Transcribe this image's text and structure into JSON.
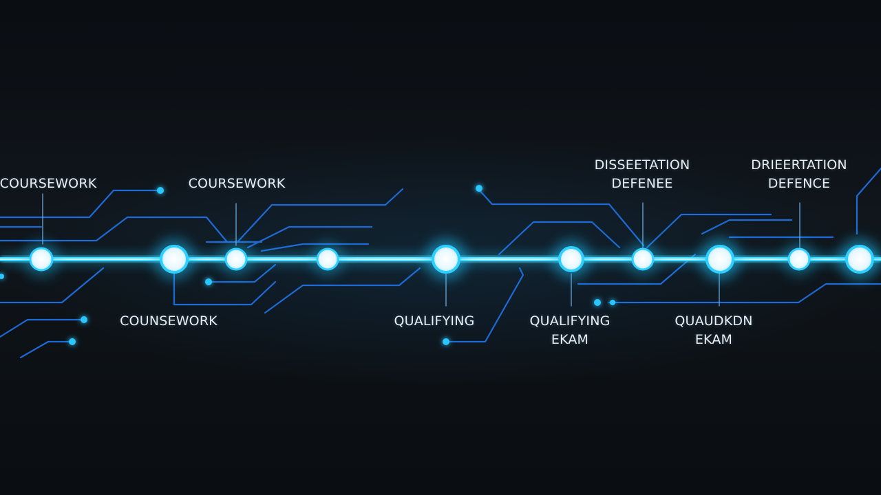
{
  "diagram": {
    "colors": {
      "background": "#0b0f14",
      "timeline": "#2fd0ff",
      "circuit": "#1f6fe0",
      "node_core": "#f2fbff",
      "node_glow": "#1ec8ff",
      "label": "#e8eef4"
    },
    "labels_top": [
      {
        "id": "coursework-top-1",
        "lines": [
          "COURSEWORK"
        ]
      },
      {
        "id": "coursework-top-2",
        "lines": [
          "COURSEWORK"
        ]
      },
      {
        "id": "dissertation-top-1",
        "lines": [
          "DISSEETATION",
          "DEFENEE"
        ]
      },
      {
        "id": "dissertation-top-2",
        "lines": [
          "DRIEERTATION",
          "DEFENCE"
        ]
      }
    ],
    "labels_bottom": [
      {
        "id": "coursework-bottom",
        "lines": [
          "COUNSEWORK"
        ]
      },
      {
        "id": "qualifying-bottom-1",
        "lines": [
          "QUALIFYING"
        ]
      },
      {
        "id": "qualifying-bottom-2",
        "lines": [
          "QUALIFYING",
          "EKAM"
        ]
      },
      {
        "id": "qualifying-bottom-3",
        "lines": [
          "QUAUDKDN",
          "EKAM"
        ]
      }
    ]
  }
}
